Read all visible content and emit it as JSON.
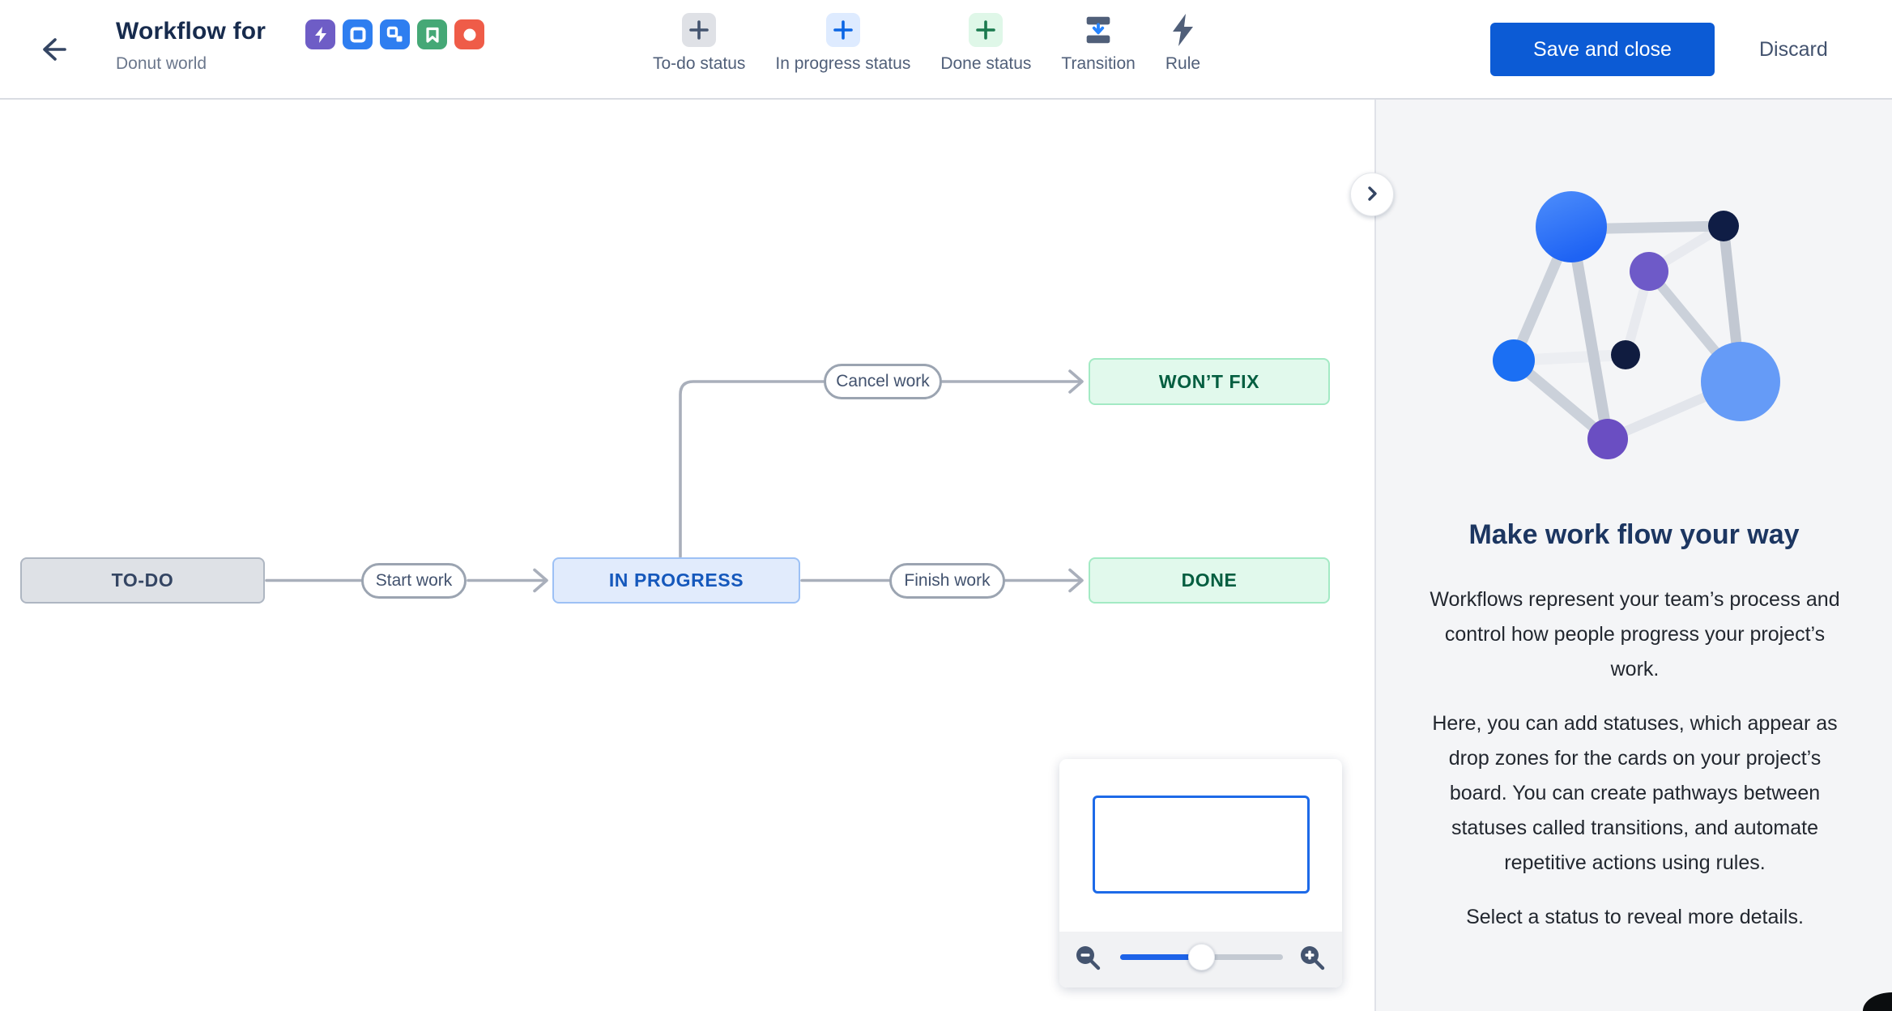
{
  "header": {
    "title": "Workflow for",
    "subtitle": "Donut world",
    "back_icon": "arrow-left",
    "issue_types": [
      {
        "name": "bolt-issue-type",
        "color": "#6E5DC6"
      },
      {
        "name": "task-issue-type",
        "color": "#2E7EF0"
      },
      {
        "name": "subtask-issue-type",
        "color": "#2E7EF0"
      },
      {
        "name": "story-issue-type",
        "color": "#45A876"
      },
      {
        "name": "bug-issue-type",
        "color": "#EF5C48"
      }
    ]
  },
  "toolbar": [
    {
      "label": "To-do status",
      "icon": "plus-grey"
    },
    {
      "label": "In progress status",
      "icon": "plus-blue"
    },
    {
      "label": "Done status",
      "icon": "plus-green"
    },
    {
      "label": "Transition",
      "icon": "transition"
    },
    {
      "label": "Rule",
      "icon": "lightning"
    }
  ],
  "actions": {
    "save_label": "Save and close",
    "discard_label": "Discard"
  },
  "workflow": {
    "statuses": [
      {
        "label": "TO-DO",
        "category": "todo"
      },
      {
        "label": "IN PROGRESS",
        "category": "in-progress"
      },
      {
        "label": "WON’T FIX",
        "category": "done"
      },
      {
        "label": "DONE",
        "category": "done"
      }
    ],
    "transitions": [
      {
        "label": "Start work"
      },
      {
        "label": "Finish work"
      },
      {
        "label": "Cancel work"
      }
    ]
  },
  "minimap": {
    "zoom_out_icon": "magnifier-minus",
    "zoom_in_icon": "magnifier-plus",
    "slider_position": "49%"
  },
  "panel": {
    "collapse_icon": "chevron-right",
    "heading": "Make work flow your way",
    "paragraphs": [
      "Workflows represent your team’s process and control how people progress your project’s work.",
      "Here, you can add statuses, which appear as drop zones for the cards on your project’s board. You can create pathways between statuses called transitions, and automate repetitive actions using rules.",
      "Select a status to reveal more details."
    ]
  },
  "colors": {
    "primary_button": "#0C5BD5",
    "todo_status": "#DEE1E6",
    "in_progress_status": "#E1EBFC",
    "done_status": "#E1F9EC",
    "panel_background": "#F4F5F7",
    "edge": "#A9AFBB"
  }
}
